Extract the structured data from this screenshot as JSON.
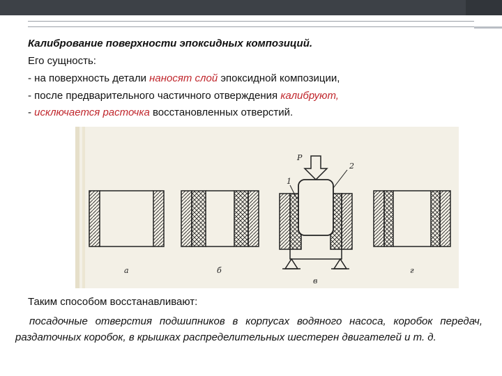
{
  "slide": {
    "title": "Калибрование поверхности эпоксидных композиций.",
    "essence": "Его сущность:",
    "b1_pre": " - на поверхность детали ",
    "b1_red": "наносят слой",
    "b1_post": " эпоксидной композиции,",
    "b2_pre": " - после предварительного частичного отверждения ",
    "b2_red": "калибруют,",
    "b3_pre": " - ",
    "b3_red": "исключается расточка",
    "b3_post": " восстановленных отверстий.",
    "restore_intro": "Таким способом восстанавливают:",
    "restore_text": "посадочные отверстия подшипников в корпусах водяного насоса, коробок передач, раздаточных коробок, в крышках распределительных шестерен двигателей и т. д."
  },
  "figure": {
    "label_a": "а",
    "label_b": "б",
    "label_v": "в",
    "label_g": "г",
    "label_p": "P",
    "label_1": "1",
    "label_2": "2"
  },
  "colors": {
    "topbar": "#3d4147",
    "accent_red": "#c0262c",
    "figure_bg": "#f3f0e6"
  }
}
